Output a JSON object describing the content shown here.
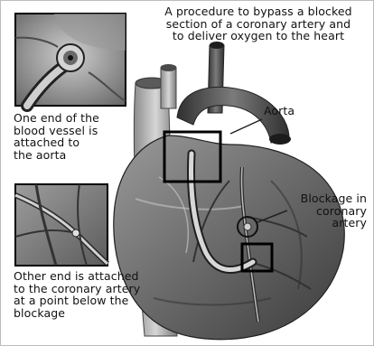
{
  "title": "A procedure to bypass a blocked\nsection of a coronary artery and\nto deliver oxygen to the heart",
  "labels": {
    "aorta": "Aorta",
    "blockage": "Blockage in\ncoronary\nartery",
    "aorta_attachment": "One end of the\nblood vessel is\nattached to\nthe aorta",
    "coronary_attachment": "Other end is attached\nto the coronary artery\nat a point below the\nblockage"
  },
  "colors": {
    "background": "#ffffff",
    "tissue_dark": "#3a3a3a",
    "tissue_mid": "#6d6d6d",
    "tissue_light": "#b5b5b5",
    "outline": "#111111"
  }
}
